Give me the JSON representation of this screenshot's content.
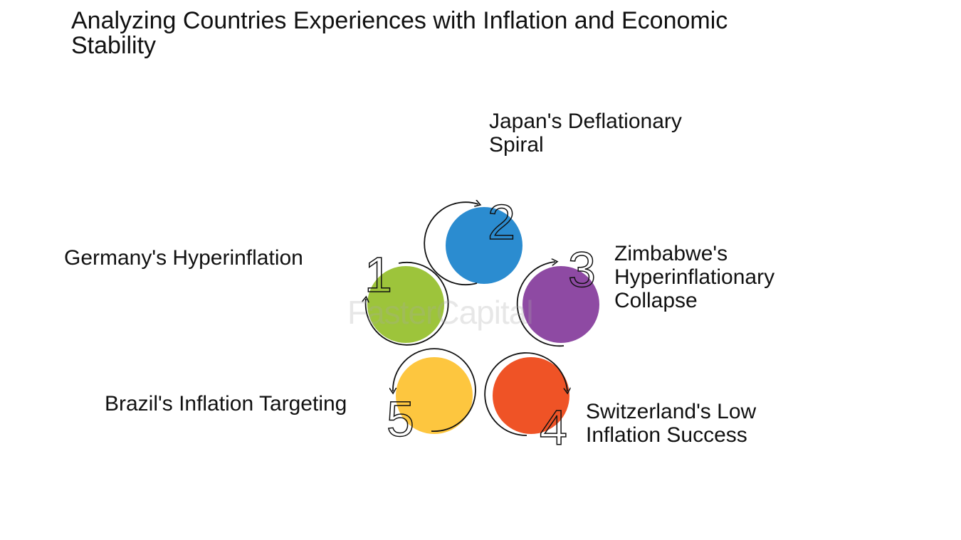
{
  "title": "Analyzing Countries Experiences with Inflation and Economic Stability",
  "watermark": "FasterCapital",
  "steps": [
    {
      "number": "1",
      "label": "Germany's Hyperinflation",
      "color": "#9dc43b"
    },
    {
      "number": "2",
      "label": "Japan's Deflationary\nSpiral",
      "color": "#2b8cd0"
    },
    {
      "number": "3",
      "label": "Zimbabwe's\nHyperinflationary\nCollapse",
      "color": "#8e4aa3"
    },
    {
      "number": "4",
      "label": "Switzerland's Low\nInflation Success",
      "color": "#ef5326"
    },
    {
      "number": "5",
      "label": "Brazil's Inflation Targeting",
      "color": "#fdc63f"
    }
  ]
}
